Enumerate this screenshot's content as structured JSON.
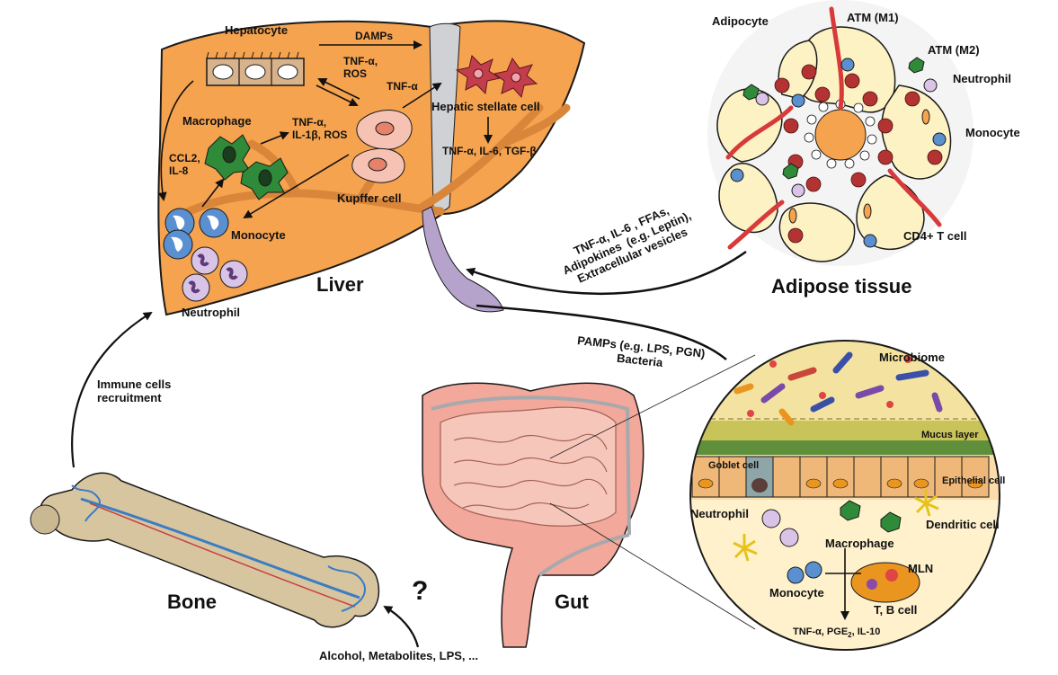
{
  "organs": {
    "liver": "Liver",
    "adipose": "Adipose tissue",
    "bone": "Bone",
    "gut": "Gut"
  },
  "liver_labels": {
    "hepatocyte": "Hepatocyte",
    "damps": "DAMPs",
    "tnf_ros": "TNF-α,\nROS",
    "tnf_a": "TNF-α",
    "stellate": "Hepatic stellate cell",
    "stellate_out": "TNF-α, IL-6, TGF-β",
    "macrophage": "Macrophage",
    "macro_out": "TNF-α,\nIL-1β, ROS",
    "ccl2": "CCL2,\nIL-8",
    "kupffer": "Kupffer cell",
    "monocyte": "Monocyte",
    "neutrophil": "Neutrophil"
  },
  "adipose_labels": {
    "adipocyte": "Adipocyte",
    "atm_m1": "ATM (M1)",
    "atm_m2": "ATM (M2)",
    "neutrophil": "Neutrophil",
    "monocyte": "Monocyte",
    "cd4": "CD4+ T cell"
  },
  "arrows": {
    "adipose_to_liver": "TNF-α, IL-6 , FFAs,\nAdipokines  (e.g. Leptin),\nExtracellular vesicles",
    "gut_to_liver": "PAMPs (e.g. LPS, PGN)\nBacteria",
    "bone_to_liver": "Immune cells\nrecruitment",
    "question": "?",
    "bone_input": "Alcohol, Metabolites, LPS, ..."
  },
  "gut_labels": {
    "microbiome": "Microbiome",
    "mucus": "Mucus layer",
    "goblet": "Goblet cell",
    "epithelial": "Epithelial cell",
    "neutrophil": "Neutrophil",
    "dendritic": "Dendritic cell",
    "macrophage": "Macrophage",
    "mln": "MLN",
    "monocyte": "Monocyte",
    "tb": "T, B cell",
    "out_a": "TNF-α, PGE",
    "out_sub": "2",
    "out_b": ", IL-10"
  },
  "colors": {
    "liver": "#f5a34f",
    "liver_vessel": "#d9863a",
    "portal": "#b5a3cc",
    "fat": "#fdf2c4",
    "vessel_red": "#d83a3a",
    "macrophage": "#2f8a3a",
    "monocyte": "#5a8fd0",
    "neutrophil": "#d9c3e6",
    "gut": "#f2a89a",
    "bone": "#d7c5a0",
    "bone_vessel": "#3a7dc2"
  }
}
